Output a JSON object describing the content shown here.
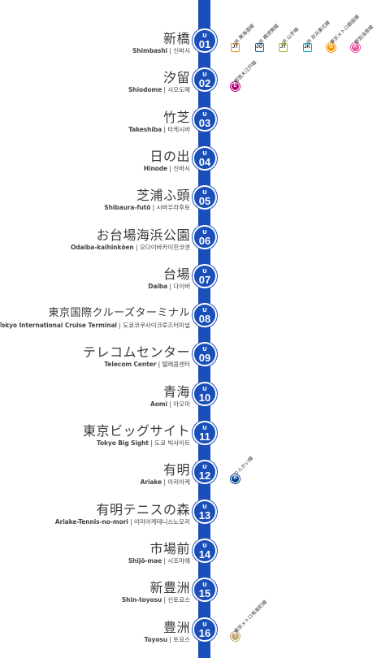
{
  "line": {
    "color": "#1a4eb8",
    "code_letter": "U"
  },
  "stations": [
    {
      "number": "01",
      "ja": "新橋",
      "en": "Shimbashi",
      "ko": "신바시",
      "transfers": [
        {
          "code": "JT",
          "shape": "square",
          "color": "#f68b1e",
          "label": "JR 東海道線"
        },
        {
          "code": "JO",
          "shape": "square",
          "color": "#1e5aa8",
          "label": "JR 横須賀線"
        },
        {
          "code": "JY",
          "shape": "square",
          "color": "#8fc31f",
          "label": "JR 山手線"
        },
        {
          "code": "JK",
          "shape": "square",
          "color": "#00a7db",
          "label": "JR 京浜東北線"
        },
        {
          "code": "G",
          "shape": "circle",
          "color": "#f39700",
          "label": "東京メトロ銀座線"
        },
        {
          "code": "A",
          "shape": "circle",
          "color": "#e85298",
          "label": "都営浅草線"
        }
      ]
    },
    {
      "number": "02",
      "ja": "汐留",
      "en": "Shiodome",
      "ko": "시오도메",
      "transfers": [
        {
          "code": "E",
          "shape": "circle",
          "color": "#b6007a",
          "label": "都営大江戸線"
        }
      ]
    },
    {
      "number": "03",
      "ja": "竹芝",
      "en": "Takeshiba",
      "ko": "타케시바",
      "transfers": []
    },
    {
      "number": "04",
      "ja": "日の出",
      "en": "Hinode",
      "ko": "신바시",
      "transfers": []
    },
    {
      "number": "05",
      "ja": "芝浦ふ頭",
      "en": "Shibaura-futō",
      "ko": "시바우라후토",
      "transfers": []
    },
    {
      "number": "06",
      "ja": "お台場海浜公園",
      "en": "Odaiba-kaihinkōen",
      "ko": "오다이바카이힌코엔",
      "transfers": []
    },
    {
      "number": "07",
      "ja": "台場",
      "en": "Daiba",
      "ko": "다이바",
      "transfers": []
    },
    {
      "number": "08",
      "ja": "東京国際クルーズターミナル",
      "en": "Tokyo International Cruise Terminal",
      "ko": "도쿄코쿠사이크루즈터미널",
      "transfers": []
    },
    {
      "number": "09",
      "ja": "テレコムセンター",
      "en": "Telecom Center",
      "ko": "텔레콤센터",
      "transfers": []
    },
    {
      "number": "10",
      "ja": "青海",
      "en": "Aomi",
      "ko": "아오미",
      "transfers": []
    },
    {
      "number": "11",
      "ja": "東京ビッグサイト",
      "en": "Tokyo Big Sight",
      "ko": "도쿄 빅사이트",
      "transfers": []
    },
    {
      "number": "12",
      "ja": "有明",
      "en": "Ariake",
      "ko": "아리아케",
      "transfers": [
        {
          "code": "R",
          "shape": "circle",
          "color": "#00418e",
          "label": "りんかい線"
        }
      ]
    },
    {
      "number": "13",
      "ja": "有明テニスの森",
      "en": "Ariake-Tennis-no-mori",
      "ko": "아리아케테니스노모리",
      "transfers": []
    },
    {
      "number": "14",
      "ja": "市場前",
      "en": "Shijō-mae",
      "ko": "시조마에",
      "transfers": []
    },
    {
      "number": "15",
      "ja": "新豊洲",
      "en": "Shin-toyosu",
      "ko": "신토요스",
      "transfers": []
    },
    {
      "number": "16",
      "ja": "豊洲",
      "en": "Toyosu",
      "ko": "토요스",
      "transfers": [
        {
          "code": "Y",
          "shape": "circle",
          "color": "#c1a470",
          "label": "東京メトロ有楽町線"
        }
      ]
    }
  ]
}
